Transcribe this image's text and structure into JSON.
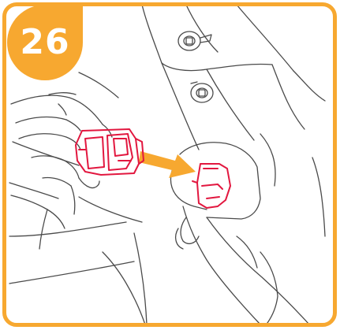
{
  "step": {
    "number": "26"
  },
  "colors": {
    "accent": "#f7a830",
    "buckle": "#e2173f",
    "line": "#4a4a4a",
    "background": "#ffffff"
  },
  "illustration": {
    "subject": "inserting-buckle-into-receiver",
    "arrow_direction": "right"
  }
}
